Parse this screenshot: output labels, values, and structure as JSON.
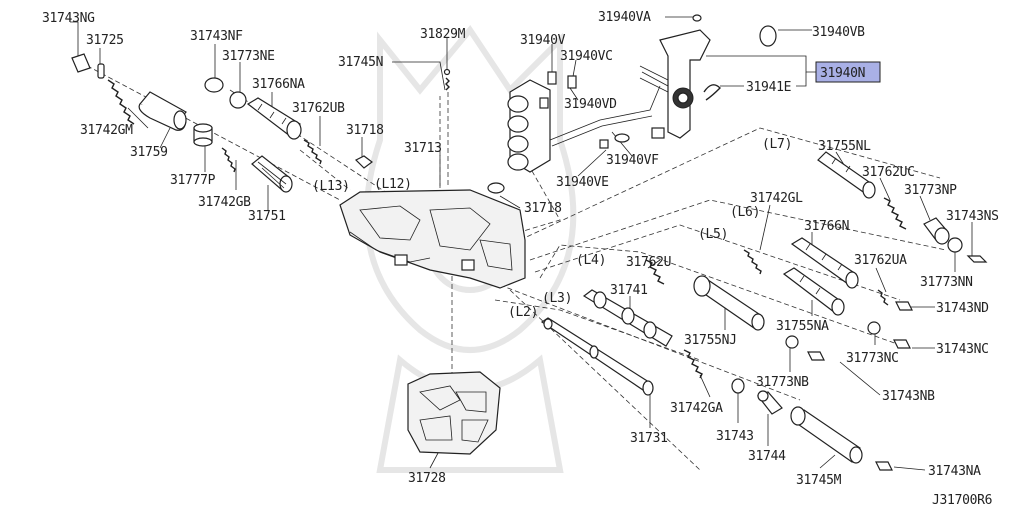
{
  "diagram_id": "J31700R6",
  "highlight_color": "#a9b0e6",
  "labels": {
    "p31743NG": "31743NG",
    "p31725": "31725",
    "p31743NF": "31743NF",
    "p31773NE": "31773NE",
    "p31766NA": "31766NA",
    "p31742GM": "31742GM",
    "p31759": "31759",
    "p31777P": "31777P",
    "p31742GB": "31742GB",
    "p31751": "31751",
    "p31762UB": "31762UB",
    "p31718a": "31718",
    "p31745N": "31745N",
    "p31829M": "31829M",
    "p31713": "31713",
    "p31718b": "31718",
    "p31940V": "31940V",
    "p31940VC": "31940VC",
    "p31940VD": "31940VD",
    "p31940VE": "31940VE",
    "p31940VF": "31940VF",
    "p31940VA": "31940VA",
    "p31940VB": "31940VB",
    "p31940N": "31940N",
    "p31941E": "31941E",
    "p31755NL": "31755NL",
    "p31762UC": "31762UC",
    "p31773NP": "31773NP",
    "p31743NS": "31743NS",
    "p31773NN": "31773NN",
    "p31742GL": "31742GL",
    "p31766N": "31766N",
    "p31762UA": "31762UA",
    "p31743ND": "31743ND",
    "p31762U": "31762U",
    "p31741": "31741",
    "p31755NJ": "31755NJ",
    "p31755NA": "31755NA",
    "p31773NC": "31773NC",
    "p31743NC": "31743NC",
    "p31773NB": "31773NB",
    "p31743NB": "31743NB",
    "p31742GA": "31742GA",
    "p31743": "31743",
    "p31731": "31731",
    "p31744": "31744",
    "p31745M": "31745M",
    "p31743NA": "31743NA",
    "p31728": "31728",
    "L13": "(L13)",
    "L12": "(L12)",
    "L7": "(L7)",
    "L6": "(L6)",
    "L5": "(L5)",
    "L4": "(L4)",
    "L3": "(L3)",
    "L2": "(L2)"
  }
}
